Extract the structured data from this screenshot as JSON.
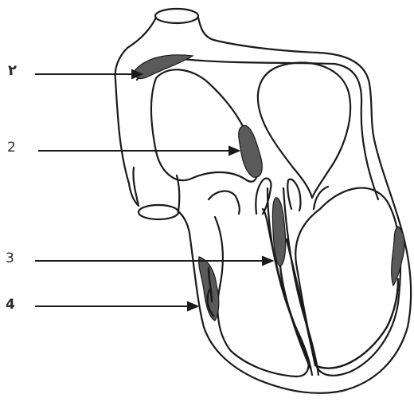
{
  "labels": {
    "one": "۲",
    "two": "2",
    "three": "3",
    "four": "4"
  },
  "colors": {
    "outline": "#1a1a1a",
    "conduction_tissue": "#5a5a5a",
    "arrow": "#1a1a1a"
  }
}
